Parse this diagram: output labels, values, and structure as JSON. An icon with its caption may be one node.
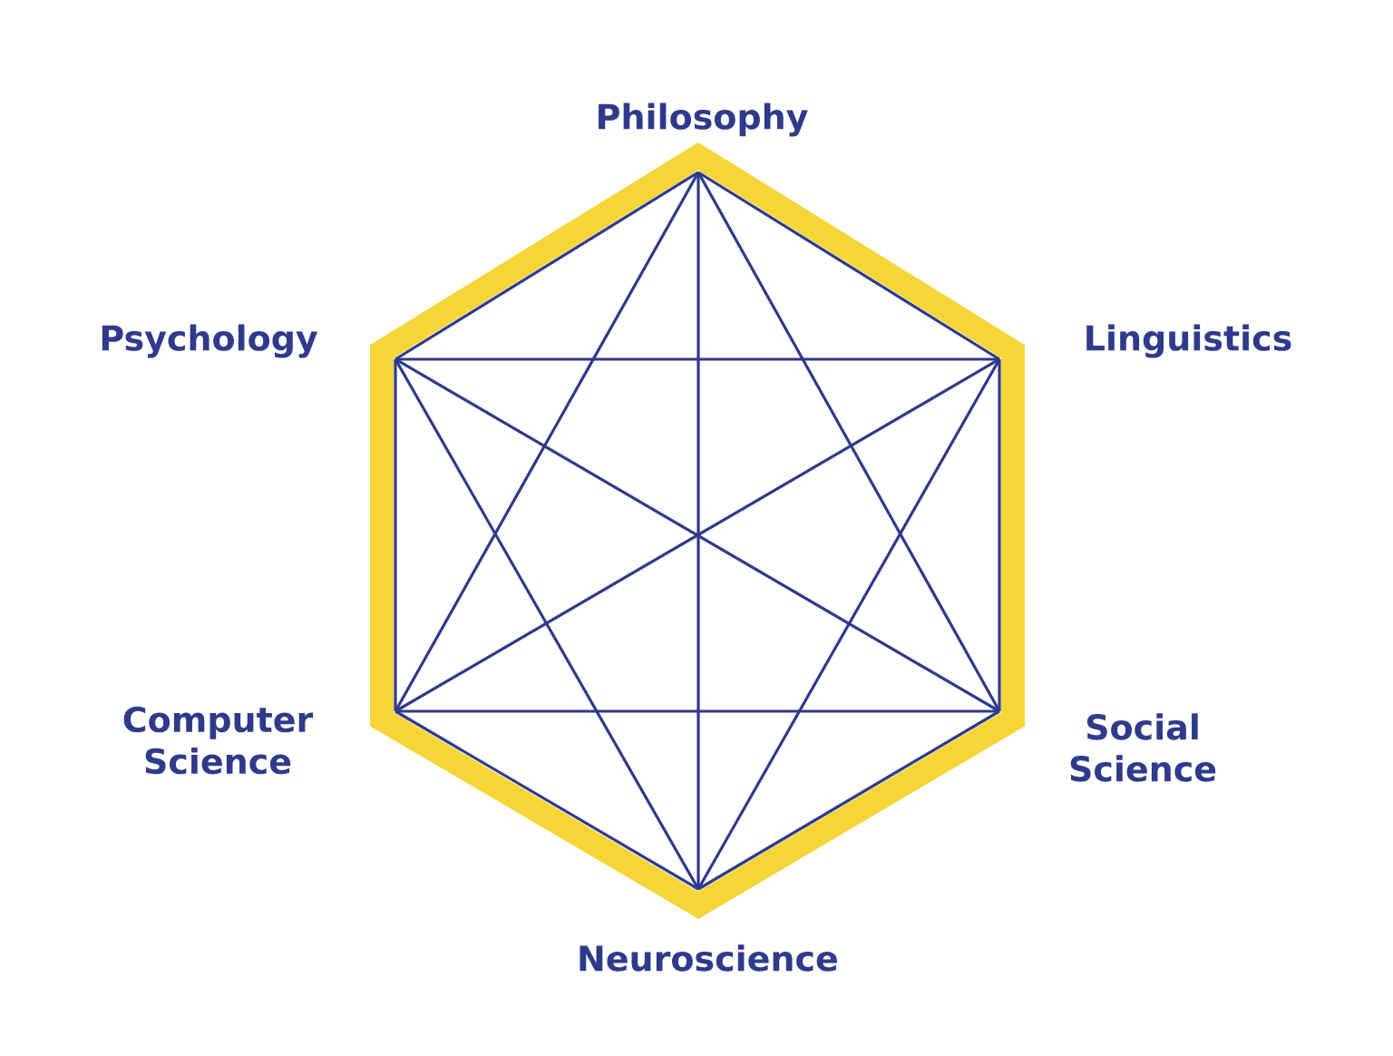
{
  "diagram": {
    "nodes": [
      {
        "text": [
          "Philosophy"
        ]
      },
      {
        "text": [
          "Psychology"
        ]
      },
      {
        "text": [
          "Linguistics"
        ]
      },
      {
        "text": [
          "Computer Science"
        ]
      },
      {
        "text": [
          "Social Science"
        ]
      },
      {
        "text": [
          "Neuroscience"
        ]
      }
    ],
    "edges": [
      {
        "from": 0,
        "to": 1,
        "arrow": "none"
      },
      {
        "from": 0,
        "to": 2,
        "arrow": "none"
      },
      {
        "from": 0,
        "to": 3,
        "arrow": "none"
      },
      {
        "from": 0,
        "to": 4,
        "arrow": "none"
      },
      {
        "from": 0,
        "to": 5,
        "arrow": "none"
      },
      {
        "from": 1,
        "to": 2,
        "arrow": "none"
      },
      {
        "from": 1,
        "to": 3,
        "arrow": "none"
      },
      {
        "from": 1,
        "to": 4,
        "arrow": "none"
      },
      {
        "from": 1,
        "to": 5,
        "arrow": "none"
      },
      {
        "from": 2,
        "to": 3,
        "arrow": "none"
      },
      {
        "from": 2,
        "to": 4,
        "arrow": "none"
      },
      {
        "from": 2,
        "to": 5,
        "arrow": "none"
      },
      {
        "from": 3,
        "to": 4,
        "arrow": "none"
      },
      {
        "from": 3,
        "to": 5,
        "arrow": "none"
      },
      {
        "from": 4,
        "to": 5,
        "arrow": "none"
      }
    ]
  }
}
